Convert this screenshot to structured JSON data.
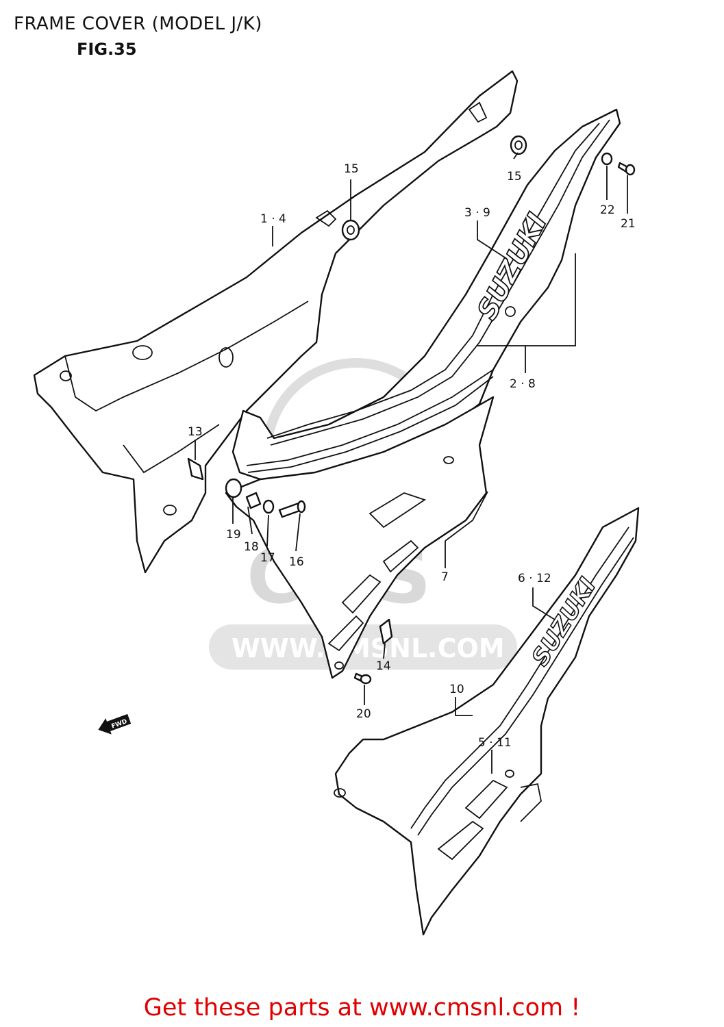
{
  "header": {
    "title": "FRAME COVER (MODEL J/K)",
    "figure": "FIG.35"
  },
  "watermark": {
    "text": "WWW.CMSNL.COM",
    "logo": "CMS"
  },
  "direction_marker": {
    "text": "FWD"
  },
  "brand_decal": "SUZUKI",
  "callouts": {
    "c1": "1 · 4",
    "c2": "2 · 8",
    "c3": "3 · 9",
    "c5": "5 · 11",
    "c6": "6 · 12",
    "c7": "7",
    "c10": "10",
    "c13": "13",
    "c14": "14",
    "c15a": "15",
    "c15b": "15",
    "c16": "16",
    "c17": "17",
    "c18": "18",
    "c19": "19",
    "c20": "20",
    "c21": "21",
    "c22": "22"
  },
  "footer": {
    "cta": "Get these parts at www.cmsnl.com !"
  },
  "colors": {
    "cta": "#e00000",
    "lines": "#111111",
    "watermark": "#d9d9d9"
  }
}
